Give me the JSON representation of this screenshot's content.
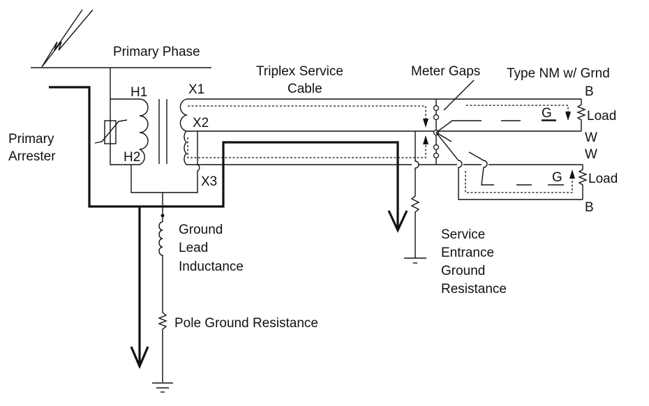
{
  "diagram": {
    "title": "Lightning surge current paths through distribution transformer, triplex service and NM cable",
    "labels": {
      "primary_phase": "Primary Phase",
      "primary_arrester": [
        "Primary",
        "Arrester"
      ],
      "h1": "H1",
      "h2": "H2",
      "x1": "X1",
      "x2": "X2",
      "x3": "X3",
      "triplex": [
        "Triplex Service",
        "Cable"
      ],
      "meter_gaps": "Meter Gaps",
      "type_nm": "Type NM w/ Grnd",
      "b_top": "B",
      "load_top": "Load",
      "w_top": "W",
      "w_bottom": "W",
      "load_bottom": "Load",
      "b_bottom": "B",
      "g_top": "G",
      "g_bottom": "G",
      "ground_lead": [
        "Ground",
        "Lead",
        "Inductance"
      ],
      "pole_ground": "Pole Ground Resistance",
      "service_entrance": [
        "Service",
        "Entrance",
        "Ground",
        "Resistance"
      ]
    },
    "components": [
      {
        "name": "lightning-strike",
        "symbol": "lightning-bolt-icon"
      },
      {
        "name": "primary-arrester",
        "symbol": "varistor-icon"
      },
      {
        "name": "transformer",
        "symbol": "transformer-icon"
      },
      {
        "name": "meter-gaps",
        "symbol": "spark-gap-icon"
      },
      {
        "name": "ground-lead-inductance",
        "symbol": "inductor-icon"
      },
      {
        "name": "pole-ground-resistance",
        "symbol": "resistor-icon"
      },
      {
        "name": "service-entrance-ground-resistance",
        "symbol": "resistor-icon"
      },
      {
        "name": "load-top",
        "symbol": "resistor-icon"
      },
      {
        "name": "load-bottom",
        "symbol": "resistor-icon"
      },
      {
        "name": "pole-ground",
        "symbol": "ground-icon"
      },
      {
        "name": "service-ground",
        "symbol": "ground-icon"
      }
    ]
  }
}
